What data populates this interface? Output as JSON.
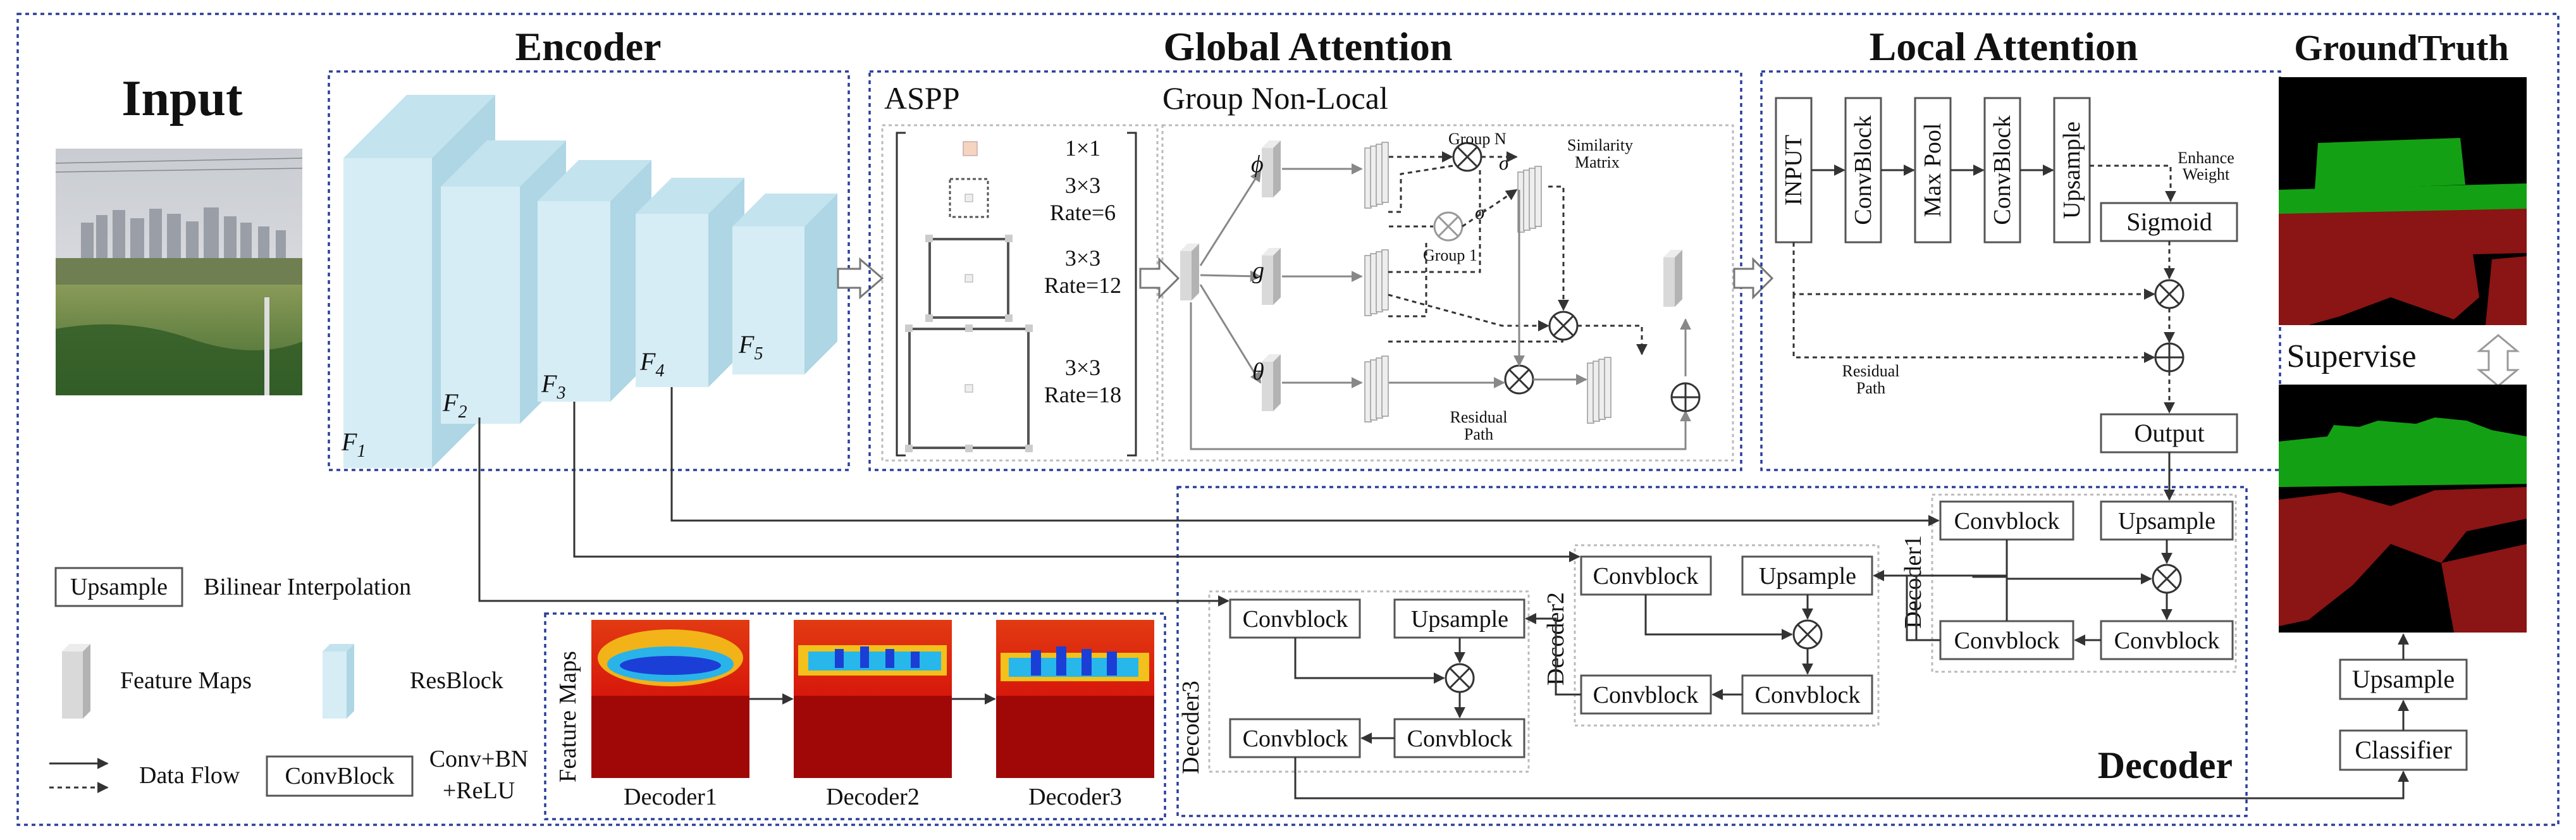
{
  "titles": {
    "input": "Input",
    "encoder": "Encoder",
    "global_attention": "Global Attention",
    "local_attention": "Local Attention",
    "ground_truth": "GroundTruth",
    "decoder": "Decoder",
    "supervise": "Supervise"
  },
  "encoder": {
    "labels": [
      "F",
      "F",
      "F",
      "F",
      "F"
    ],
    "subscripts": [
      "1",
      "2",
      "3",
      "4",
      "5"
    ]
  },
  "aspp": {
    "title": "ASPP",
    "r1_kernel": "1×1",
    "r2_kernel": "3×3",
    "r2_rate": "Rate=6",
    "r3_kernel": "3×3",
    "r3_rate": "Rate=12",
    "r4_kernel": "3×3",
    "r4_rate": "Rate=18"
  },
  "gnl": {
    "title": "Group Non-Local",
    "phi": "ϕ",
    "g": "g",
    "theta": "θ",
    "group_n": "Group N",
    "group_1": "Group 1",
    "sigma": "σ",
    "similarity": "Similarity",
    "matrix": "Matrix",
    "residual": "Residual",
    "path": "Path"
  },
  "local_attention": {
    "input": "INPUT",
    "convblock": "ConvBlock",
    "maxpool": "Max Pool",
    "convblock2": "ConvBlock",
    "upsample": "Upsample",
    "sigmoid": "Sigmoid",
    "enhance": "Enhance",
    "weight": "Weight",
    "residual": "Residual",
    "path": "Path",
    "output": "Output"
  },
  "decoder": {
    "convblock": "Convblock",
    "upsample": "Upsample",
    "decoder1": "Decoder1",
    "decoder2": "Decoder2",
    "decoder3": "Decoder3"
  },
  "head": {
    "upsample": "Upsample",
    "classifier": "Classifier"
  },
  "legend": {
    "upsample_box": "Upsample",
    "bilinear": "Bilinear Interpolation",
    "feature_maps": "Feature Maps",
    "resblock": "ResBlock",
    "data_flow": "Data Flow",
    "convblock_box": "ConvBlock",
    "conv_bn": "Conv+BN",
    "relu": "+ReLU"
  },
  "feature_maps_panel": {
    "title": "Feature Maps",
    "captions": [
      "Decoder1",
      "Decoder2",
      "Decoder3"
    ]
  },
  "colors": {
    "frame_blue": "#2a3f9a",
    "resblock_front": "#d6edf5",
    "resblock_side": "#aed6e4",
    "resblock_top": "#c3e3ee",
    "gt_green": "#14a014",
    "gt_red": "#8b1414",
    "heat_red": "#c8100c"
  }
}
